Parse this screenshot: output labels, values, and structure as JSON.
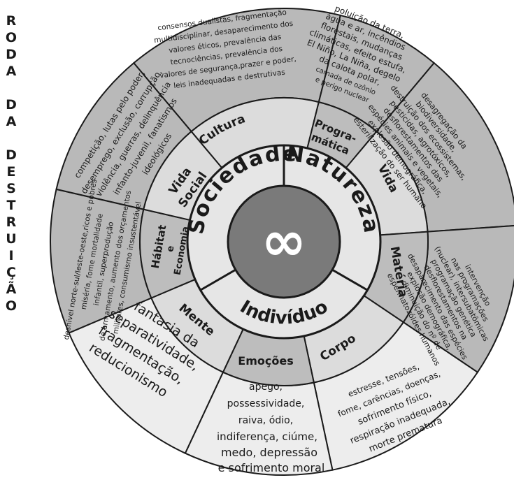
{
  "title_letters": [
    "R",
    "O",
    "D",
    "A",
    "",
    "D",
    "A",
    "",
    "D",
    "E",
    "S",
    "T",
    "R",
    "U",
    "I",
    "Ç",
    "Ã",
    "O"
  ],
  "center_symbol": "∞",
  "colors": {
    "center": "#7a7a7a",
    "inner_ring": "#e6e6e6",
    "middle_light": "#dcdcdc",
    "middle_dark": "#bdbdbd",
    "outer_dark": "#b9b9b9",
    "outer_light": "#ededed",
    "line": "#1a1a1a"
  },
  "domains": {
    "sociedade": "Sociedade",
    "natureza": "Natureza",
    "individuo": "Indivíduo"
  },
  "spheres": {
    "cultura": "Cultura",
    "programatica_1": "Progra-",
    "programatica_2": "mática",
    "vida": "Vida",
    "materia": "Matéria",
    "corpo": "Corpo",
    "emocoes": "Emoções",
    "mente": "Mente",
    "habitat_1": "Hábitat",
    "habitat_2": "e",
    "habitat_3": "Economia",
    "vida_social_1": "Vida",
    "vida_social_2": "Social"
  },
  "outer": {
    "cultura": [
      "consensos dualistas, fragmentação",
      "multidisciplinar, desaparecimento dos",
      "valores éticos, prevalência das",
      "tecnociências, prevalência dos",
      "valores de segurança,prazer e poder,",
      "leis inadequadas e destrutivas"
    ],
    "programatica": [
      "poluição da terra,",
      "água e ar, incêndios",
      "florestais, mudanças",
      "climáticas, efeito estufa,",
      "El Niño, La Niña, degelo",
      "da calota polar,",
      "camada de ozônio",
      "e perigo nuclear"
    ],
    "vida": [
      "desagregação da",
      "biodiversidade,",
      "destruição dos ecossistemas,",
      "pesticidas, agrotóxicos,",
      "desflorestamentos das",
      "espécies animais e vegetais,",
      "explosão demográfica,",
      "esterilização do ser humano"
    ],
    "materia": [
      "intervenção",
      "nas programações",
      "(nuclear), intersubatômicas",
      "programação genética",
      "desflorestamentos na",
      "desaparecimento das espécies",
      "explosão demográfica,",
      "diminuição do nº de",
      "espermatozóides humanos"
    ],
    "corpo": [
      "estresse, tensões,",
      "fome, carências, doenças,",
      "sofrimento físico,",
      "respiração inadequada,",
      "morte prematura"
    ],
    "emocoes": [
      "apego,",
      "possessividade,",
      "raiva, ódio,",
      "indiferença, ciúme,",
      "medo, depressão",
      "e sofrimento moral"
    ],
    "mente": [
      "fantasia da",
      "separatividade,",
      "fragmentação,",
      "reducionismo"
    ],
    "habitat": [
      "desnível norte-sul/leste-oeste,ricos e pobres",
      "miséria, fome mortalidade",
      "infantil, superprodução",
      "de armamento, aumento dos orçamentos",
      "militares, consumismo insustentável"
    ],
    "vida_social": [
      "competição, lutas pelo poder,",
      "desemprego, exclusão, corrupção,",
      "violência, guerras, delinquência",
      "infanto-juvenil, fanatismos",
      "ideológicos"
    ]
  }
}
